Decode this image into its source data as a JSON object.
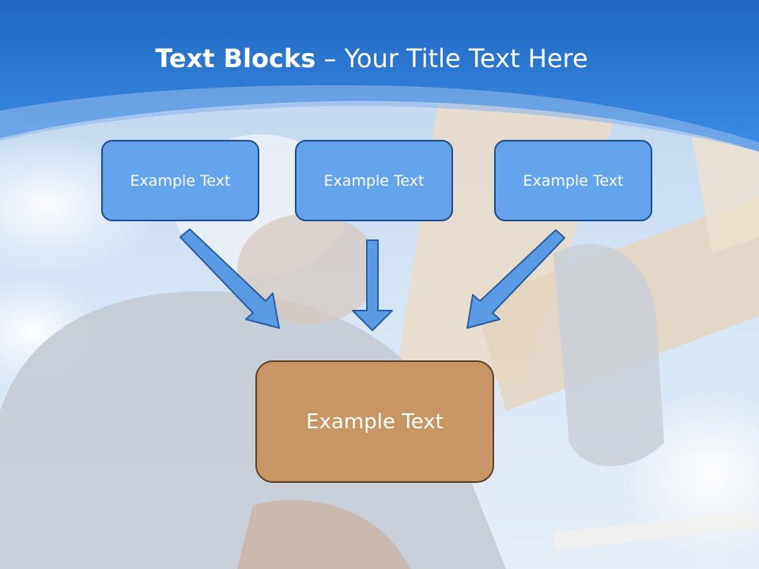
{
  "slide": {
    "title_bold": "Text Blocks",
    "title_dash": " – ",
    "title_rest": "Your Title Text Here"
  },
  "diagram": {
    "top_boxes": [
      {
        "label": "Example Text"
      },
      {
        "label": "Example Text"
      },
      {
        "label": "Example Text"
      }
    ],
    "bottom_box": {
      "label": "Example Text"
    }
  },
  "colors": {
    "header_blue": "#2a78d2",
    "top_box_fill": "#63a4ec",
    "top_box_border": "#1e4c8a",
    "bottom_box_fill": "#c89564",
    "bottom_box_border": "#5e4227",
    "arrow_fill": "#5b9be6",
    "arrow_border": "#2b5f9e"
  }
}
